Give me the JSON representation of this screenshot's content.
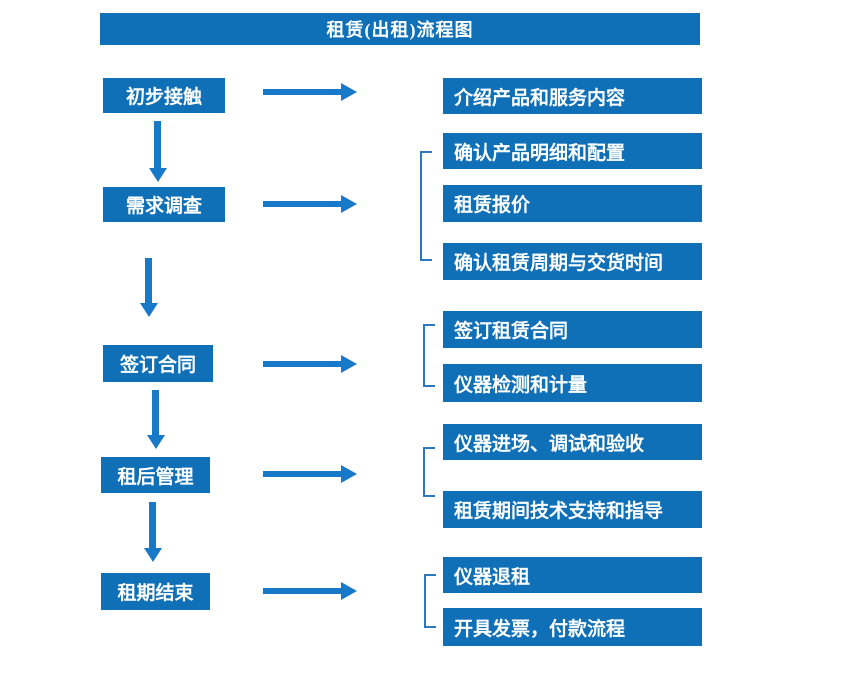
{
  "title": "租赁(出租)流程图",
  "colors": {
    "box_fill": "#0f70b7",
    "arrow": "#1779c7",
    "bracket": "#2e79bd",
    "box_text": "#ffffff",
    "background": "#ffffff"
  },
  "steps": [
    {
      "label": "初步接触",
      "details": [
        "介绍产品和服务内容"
      ]
    },
    {
      "label": "需求调查",
      "details": [
        "确认产品明细和配置",
        "租赁报价",
        "确认租赁周期与交货时间"
      ]
    },
    {
      "label": "签订合同",
      "details": [
        "签订租赁合同",
        "仪器检测和计量"
      ]
    },
    {
      "label": "租后管理",
      "details": [
        "仪器进场、调试和验收",
        "租赁期间技术支持和指导"
      ]
    },
    {
      "label": "租期结束",
      "details": [
        "仪器退租",
        "开具发票，付款流程"
      ]
    }
  ]
}
